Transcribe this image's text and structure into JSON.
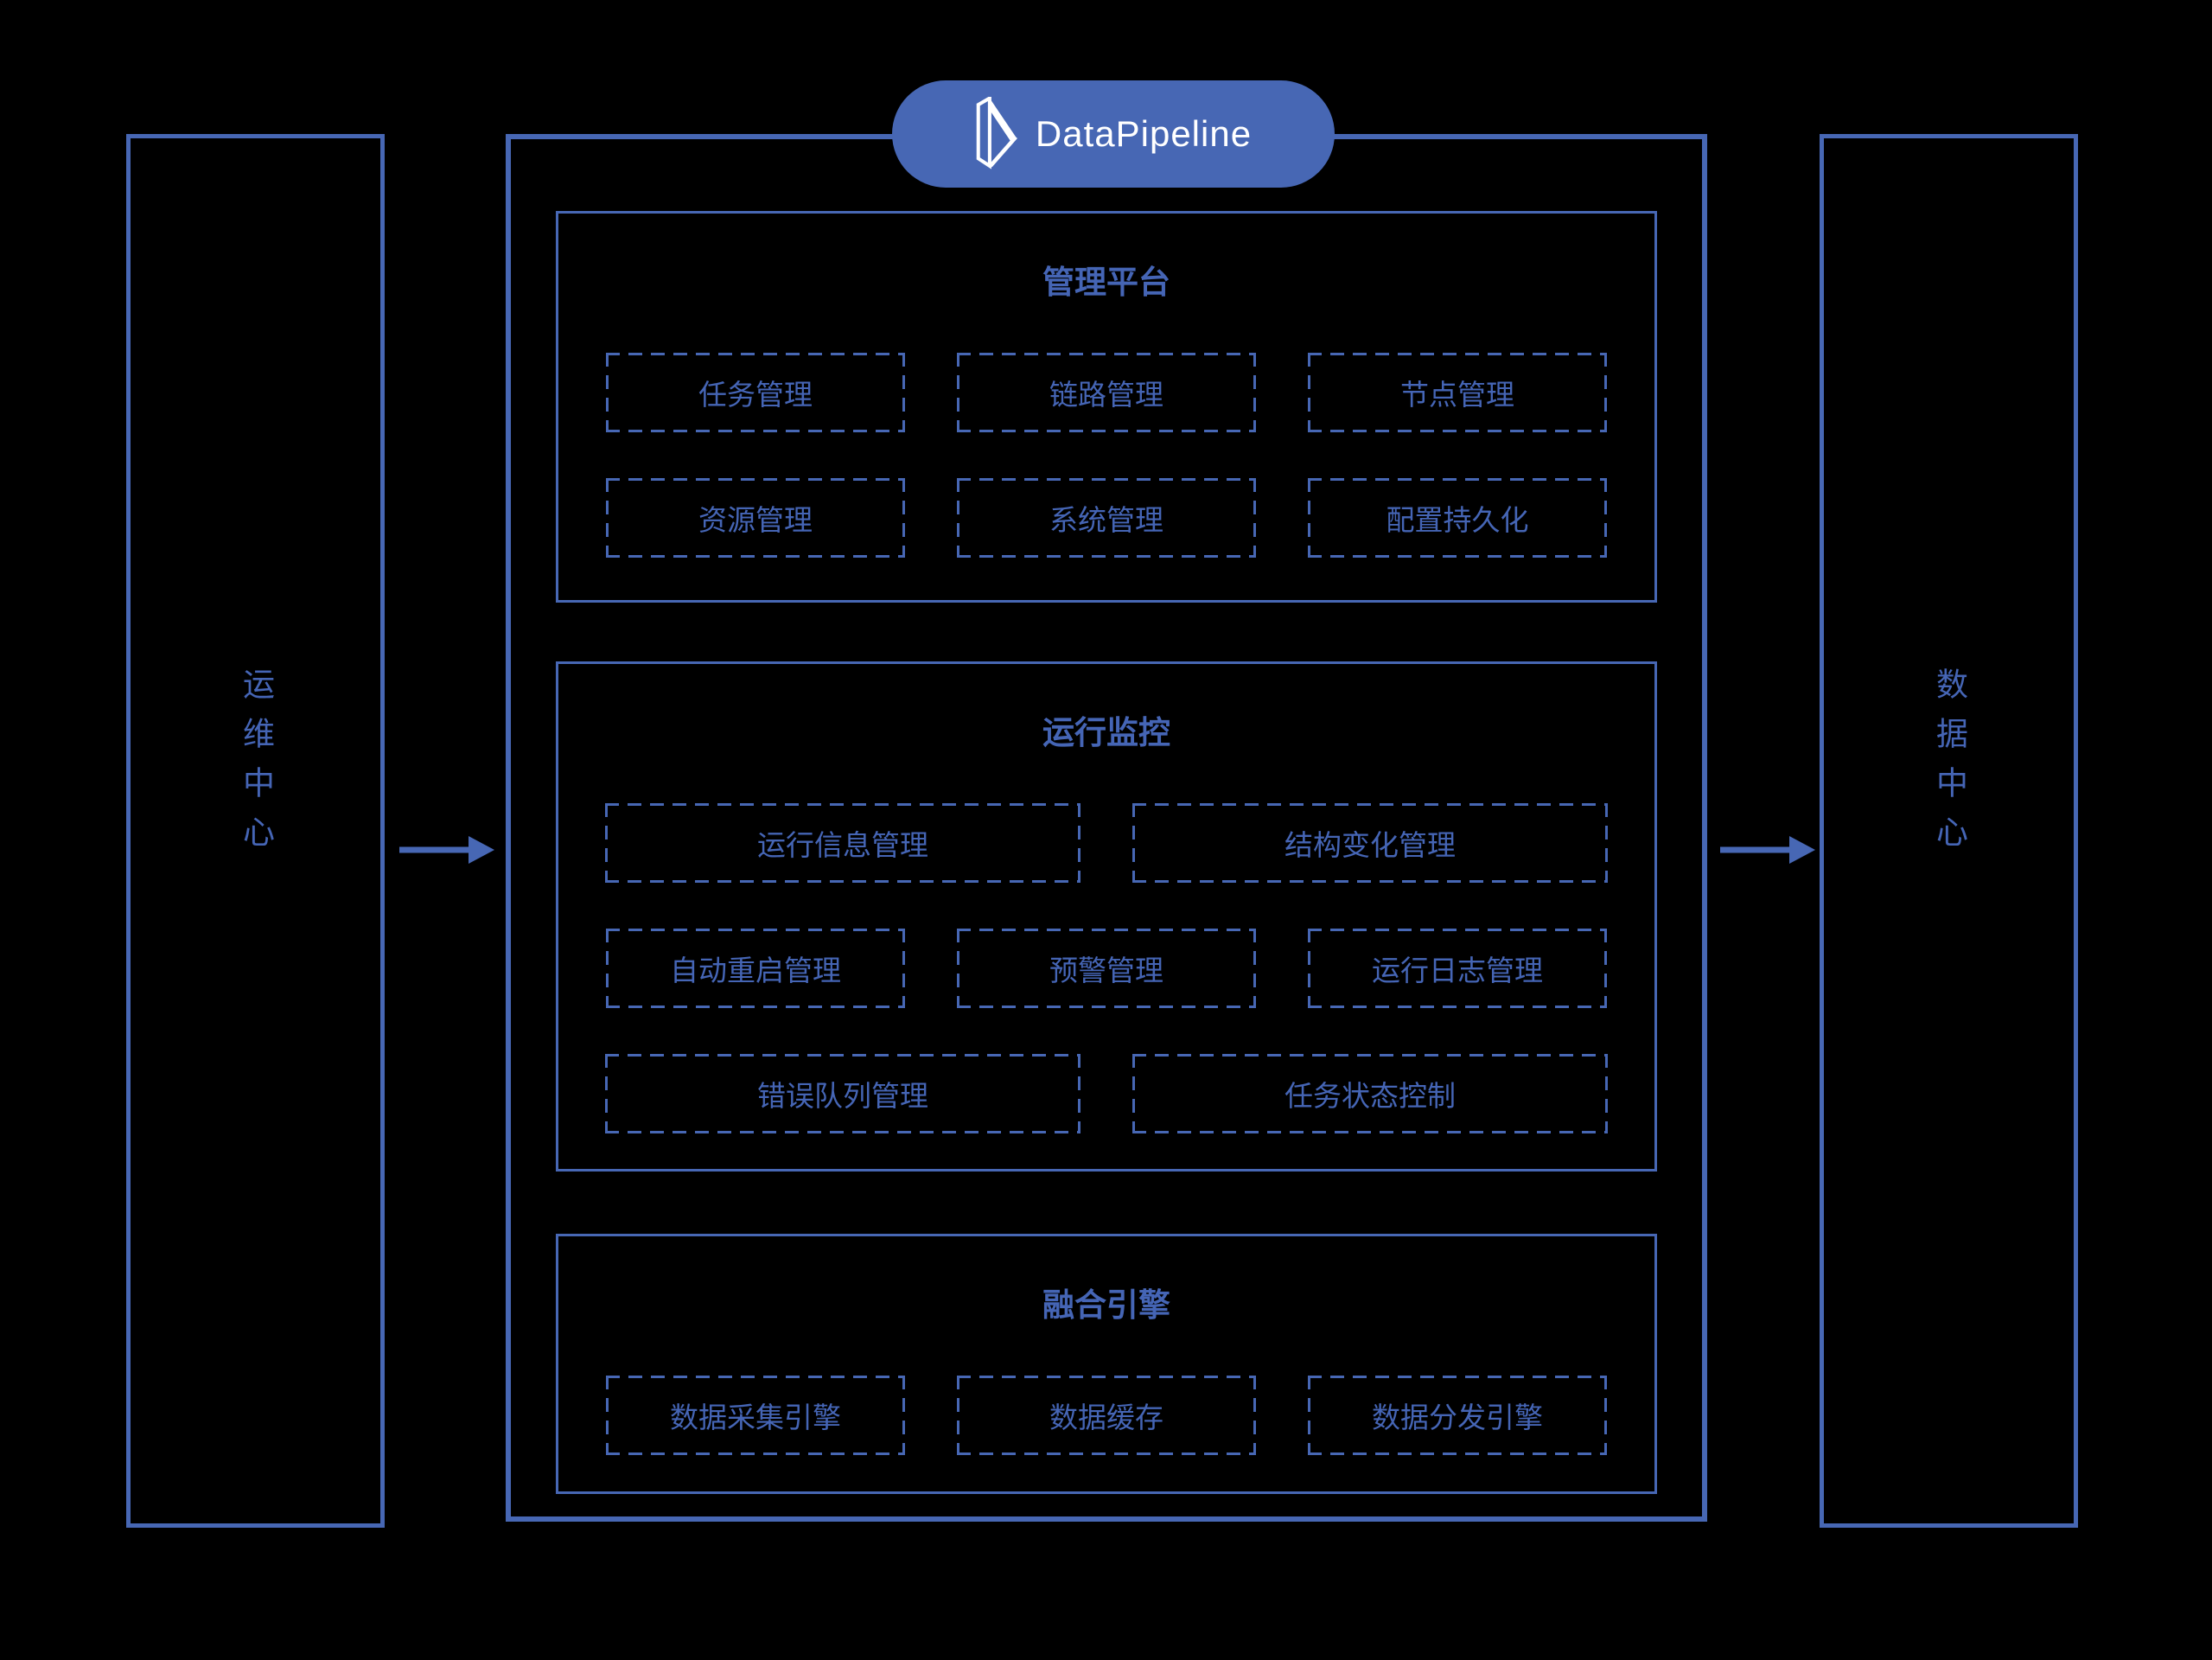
{
  "colors": {
    "background": "#000000",
    "accent": "#4767b4",
    "text": "#4565b5",
    "pill_text": "#ffffff"
  },
  "logo": {
    "text": "DataPipeline"
  },
  "left_panel": {
    "label": "运维中心"
  },
  "right_panel": {
    "label": "数据中心"
  },
  "sections": [
    {
      "title": "管理平台",
      "rows": [
        [
          "任务管理",
          "链路管理",
          "节点管理"
        ],
        [
          "资源管理",
          "系统管理",
          "配置持久化"
        ]
      ]
    },
    {
      "title": "运行监控",
      "rows": [
        [
          "运行信息管理",
          "结构变化管理"
        ],
        [
          "自动重启管理",
          "预警管理",
          "运行日志管理"
        ],
        [
          "错误队列管理",
          "任务状态控制"
        ]
      ]
    },
    {
      "title": "融合引擎",
      "rows": [
        [
          "数据采集引擎",
          "数据缓存",
          "数据分发引擎"
        ]
      ]
    }
  ]
}
